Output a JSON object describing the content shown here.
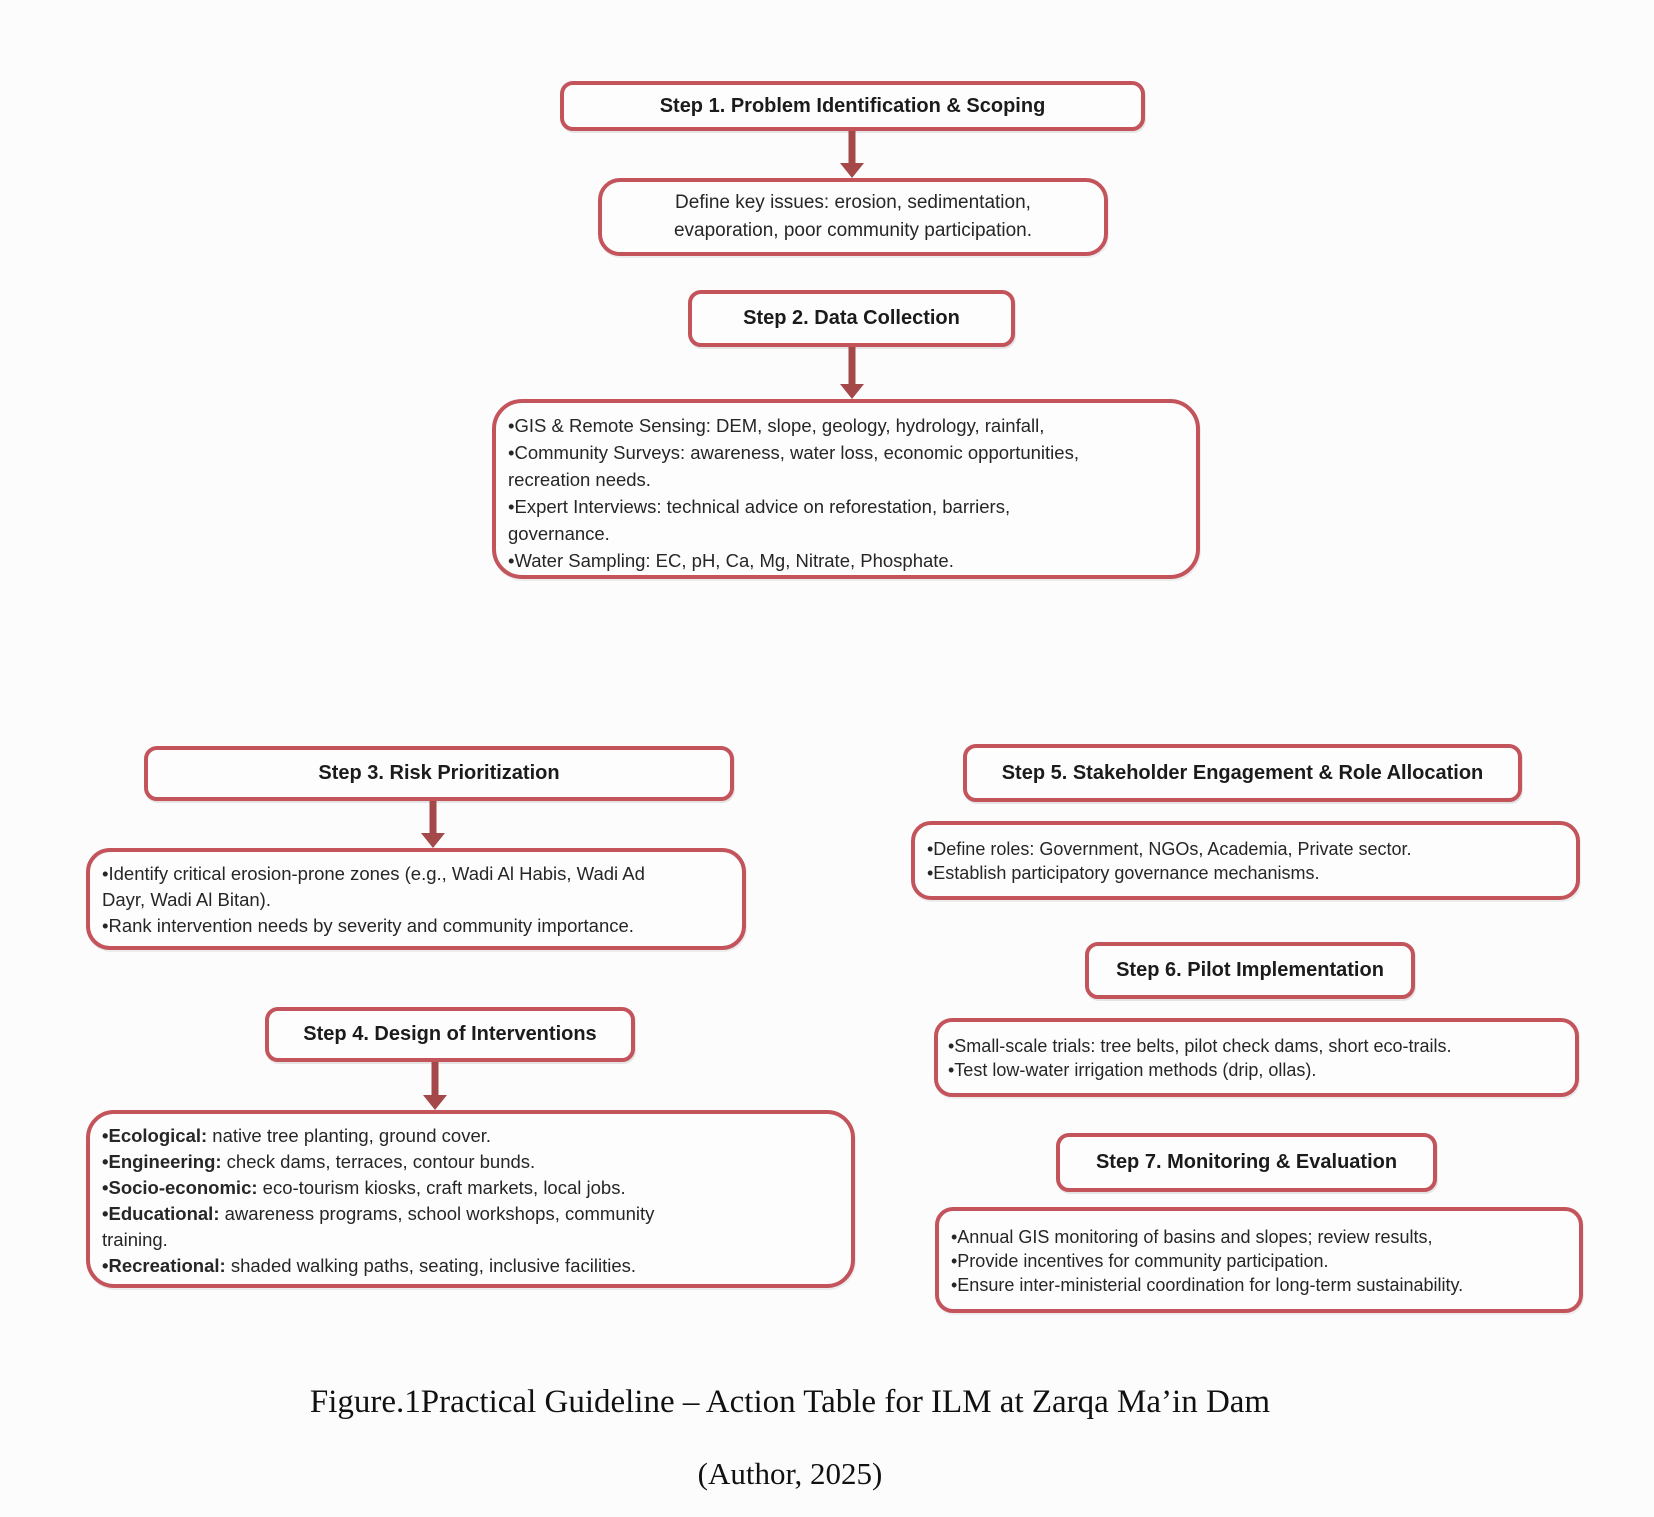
{
  "colors": {
    "box_border": "#c4545c",
    "arrow": "#a4484a",
    "header_text": "#1b1b1b",
    "body_text": "#262626",
    "background": "#fcfcfd"
  },
  "diagram": {
    "step1": {
      "title": "Step 1. Problem Identification & Scoping",
      "body": "Define key issues: erosion, sedimentation,\nevaporation, poor community participation."
    },
    "step2": {
      "title": "Step 2. Data Collection",
      "bullets": [
        "•GIS & Remote Sensing: DEM, slope, geology, hydrology, rainfall,",
        "•Community Surveys: awareness, water loss, economic opportunities,\nrecreation needs.",
        "•Expert Interviews: technical advice on reforestation, barriers,\ngovernance.",
        "•Water Sampling: EC, pH, Ca, Mg, Nitrate, Phosphate."
      ]
    },
    "step3": {
      "title": "Step 3. Risk Prioritization",
      "bullets": [
        "•Identify critical erosion-prone zones (e.g., Wadi Al Habis, Wadi Ad\nDayr, Wadi Al Bitan).",
        "•Rank intervention needs by severity and community importance."
      ]
    },
    "step4": {
      "title": "Step 4. Design of Interventions",
      "bullets": [
        {
          "label": "•Ecological:",
          "text": " native tree planting, ground cover."
        },
        {
          "label": "•Engineering:",
          "text": " check dams, terraces, contour bunds."
        },
        {
          "label": "•Socio-economic:",
          "text": " eco-tourism kiosks, craft markets, local jobs."
        },
        {
          "label": "•Educational:",
          "text": " awareness programs, school workshops, community\ntraining."
        },
        {
          "label": "•Recreational:",
          "text": " shaded walking paths, seating, inclusive facilities."
        }
      ]
    },
    "step5": {
      "title": "Step 5. Stakeholder Engagement & Role Allocation",
      "bullets": [
        "•Define roles: Government, NGOs, Academia, Private sector.",
        "•Establish participatory governance mechanisms."
      ]
    },
    "step6": {
      "title": "Step 6. Pilot Implementation",
      "bullets": [
        "•Small-scale trials: tree belts, pilot check dams, short eco-trails.",
        "•Test low-water irrigation methods (drip, ollas)."
      ]
    },
    "step7": {
      "title": "Step 7. Monitoring & Evaluation",
      "bullets": [
        "•Annual GIS monitoring of basins and slopes; review results,",
        "•Provide incentives for community participation.",
        "•Ensure inter-ministerial coordination for long-term sustainability."
      ]
    }
  },
  "caption": {
    "line1": "Figure.1Practical Guideline – Action Table for ILM at Zarqa Ma’in Dam",
    "line2": "(Author, 2025)"
  }
}
